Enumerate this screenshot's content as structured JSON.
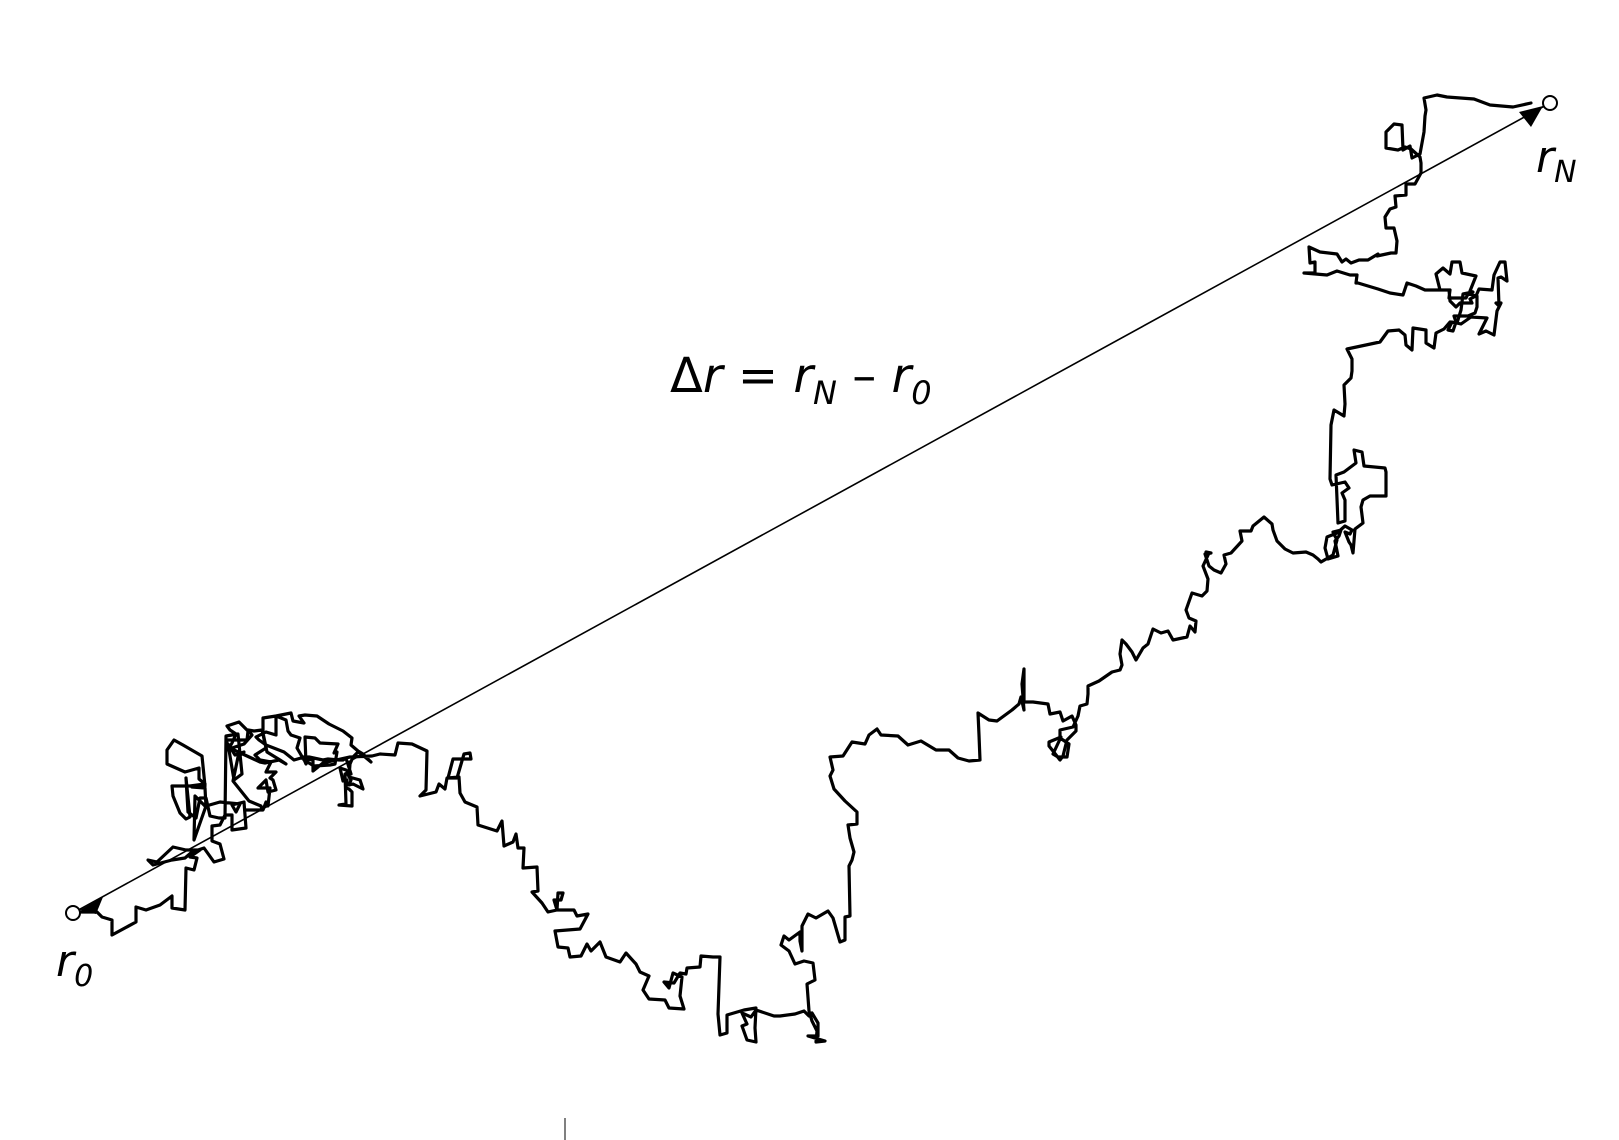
{
  "diagram": {
    "colors": {
      "walk": "#000000",
      "vector": "#000000",
      "background": "#ffffff"
    },
    "labels": {
      "start": {
        "base": "r",
        "sub": "0"
      },
      "end": {
        "base": "r",
        "sub": "N"
      },
      "vector": {
        "delta": "Δ",
        "lhs": "r",
        "equals": " = ",
        "term1_base": "r",
        "term1_sub": "N",
        "minus": " – ",
        "term2_base": "r",
        "term2_sub": "0"
      }
    }
  }
}
